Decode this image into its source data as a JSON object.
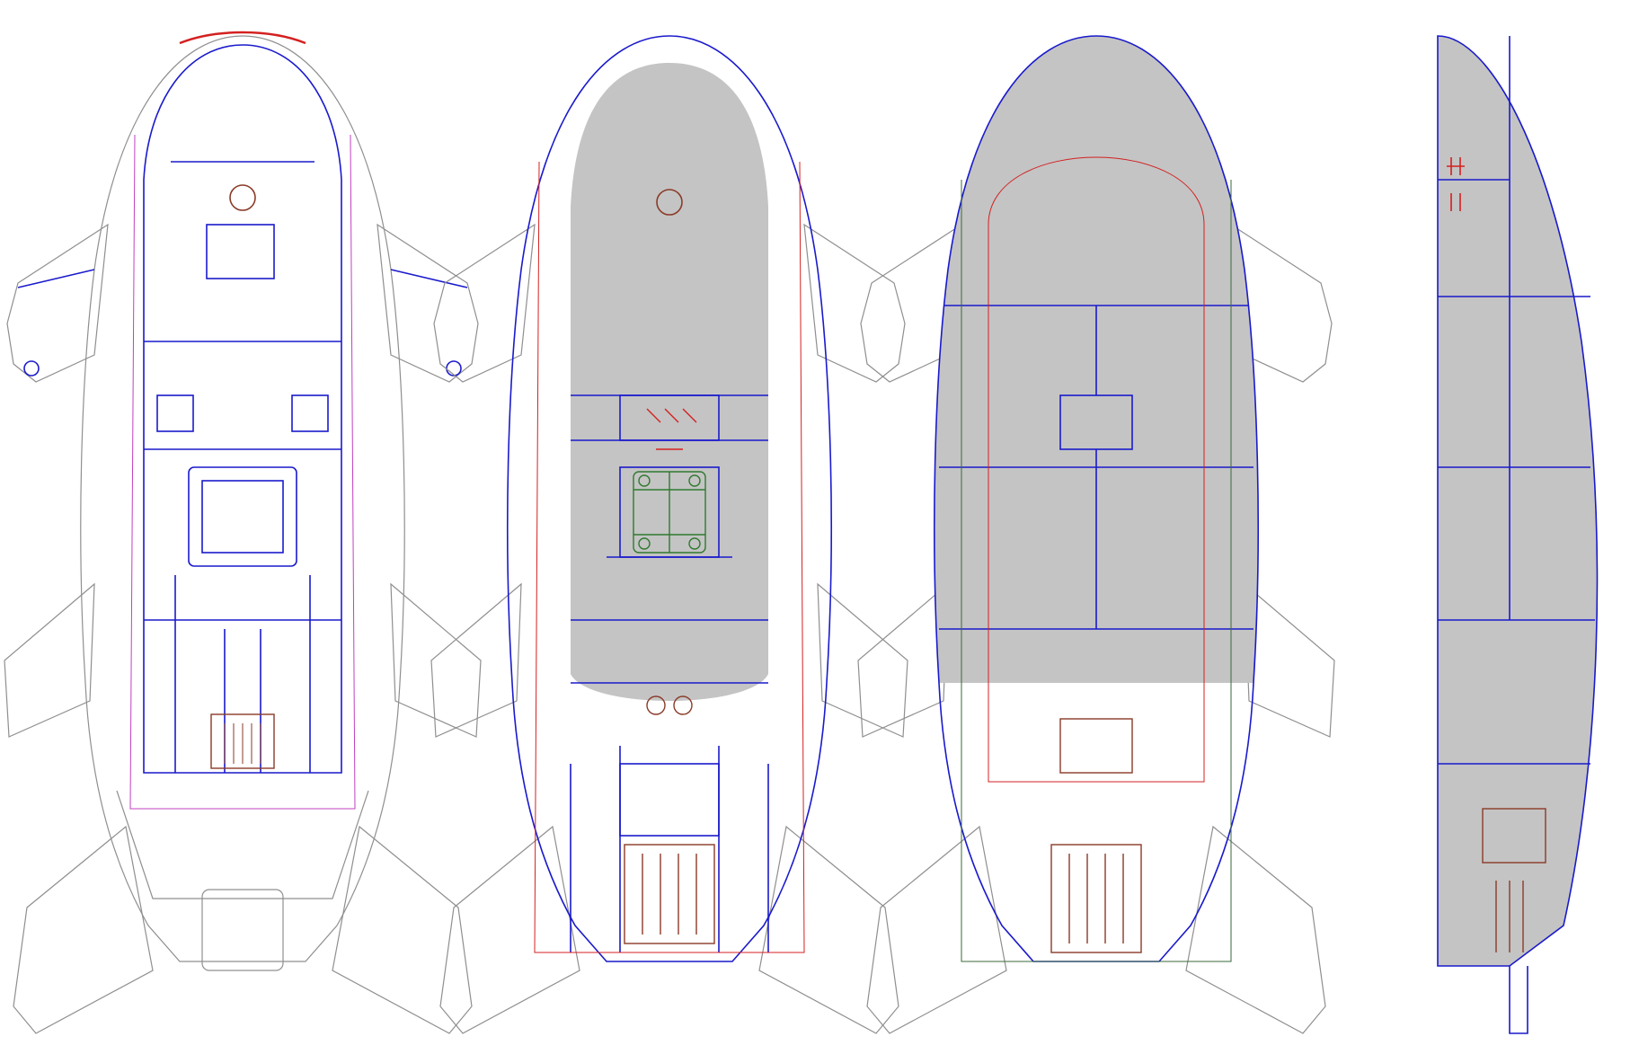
{
  "colors": {
    "background": "#ffffff",
    "outline_gray": "#8f8f8f",
    "structure_blue": "#1a1acc",
    "deck_gray": "#c4c4c4",
    "red_accent": "#d42020",
    "magenta_accent": "#c040c0",
    "engine_brown": "#8a3a28",
    "vehicle_green": "#2f7a2f",
    "hull_green": "#3a6a3a"
  },
  "views": [
    {
      "id": "top-upper-deck",
      "kind": "plan",
      "deck_fill": false,
      "icon": "plan-view-icon"
    },
    {
      "id": "top-main-deck",
      "kind": "plan",
      "deck_fill": true,
      "icon": "plan-view-icon"
    },
    {
      "id": "top-lower-deck",
      "kind": "plan",
      "deck_fill": true,
      "icon": "plan-view-icon"
    },
    {
      "id": "side-section",
      "kind": "side",
      "deck_fill": true,
      "icon": "section-view-icon"
    }
  ]
}
